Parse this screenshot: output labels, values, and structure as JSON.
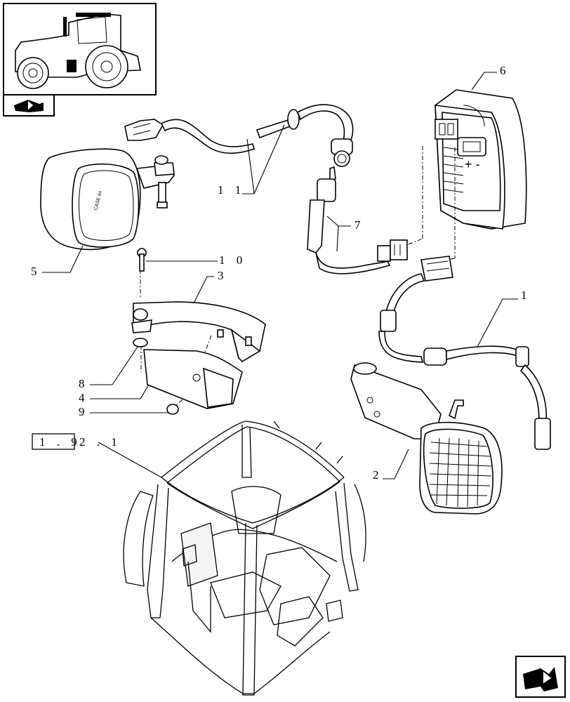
{
  "callouts": {
    "c1": "1",
    "c2": "2",
    "c3": "3",
    "c4": "4",
    "c5": "5",
    "c6": "6",
    "c7": "7",
    "c8": "8",
    "c9": "9",
    "c10": "1 0",
    "c11": "1 1"
  },
  "reference": {
    "box_text": "1 . 9",
    "suffix_text": "2 . 1"
  },
  "thumbnail": {
    "icon": "tractor-thumbnail"
  },
  "nav": {
    "prev_icon": "return-arrow-icon",
    "next_icon": "next-page-arrow-icon"
  },
  "colors": {
    "line": "#000000",
    "background": "#ffffff"
  }
}
